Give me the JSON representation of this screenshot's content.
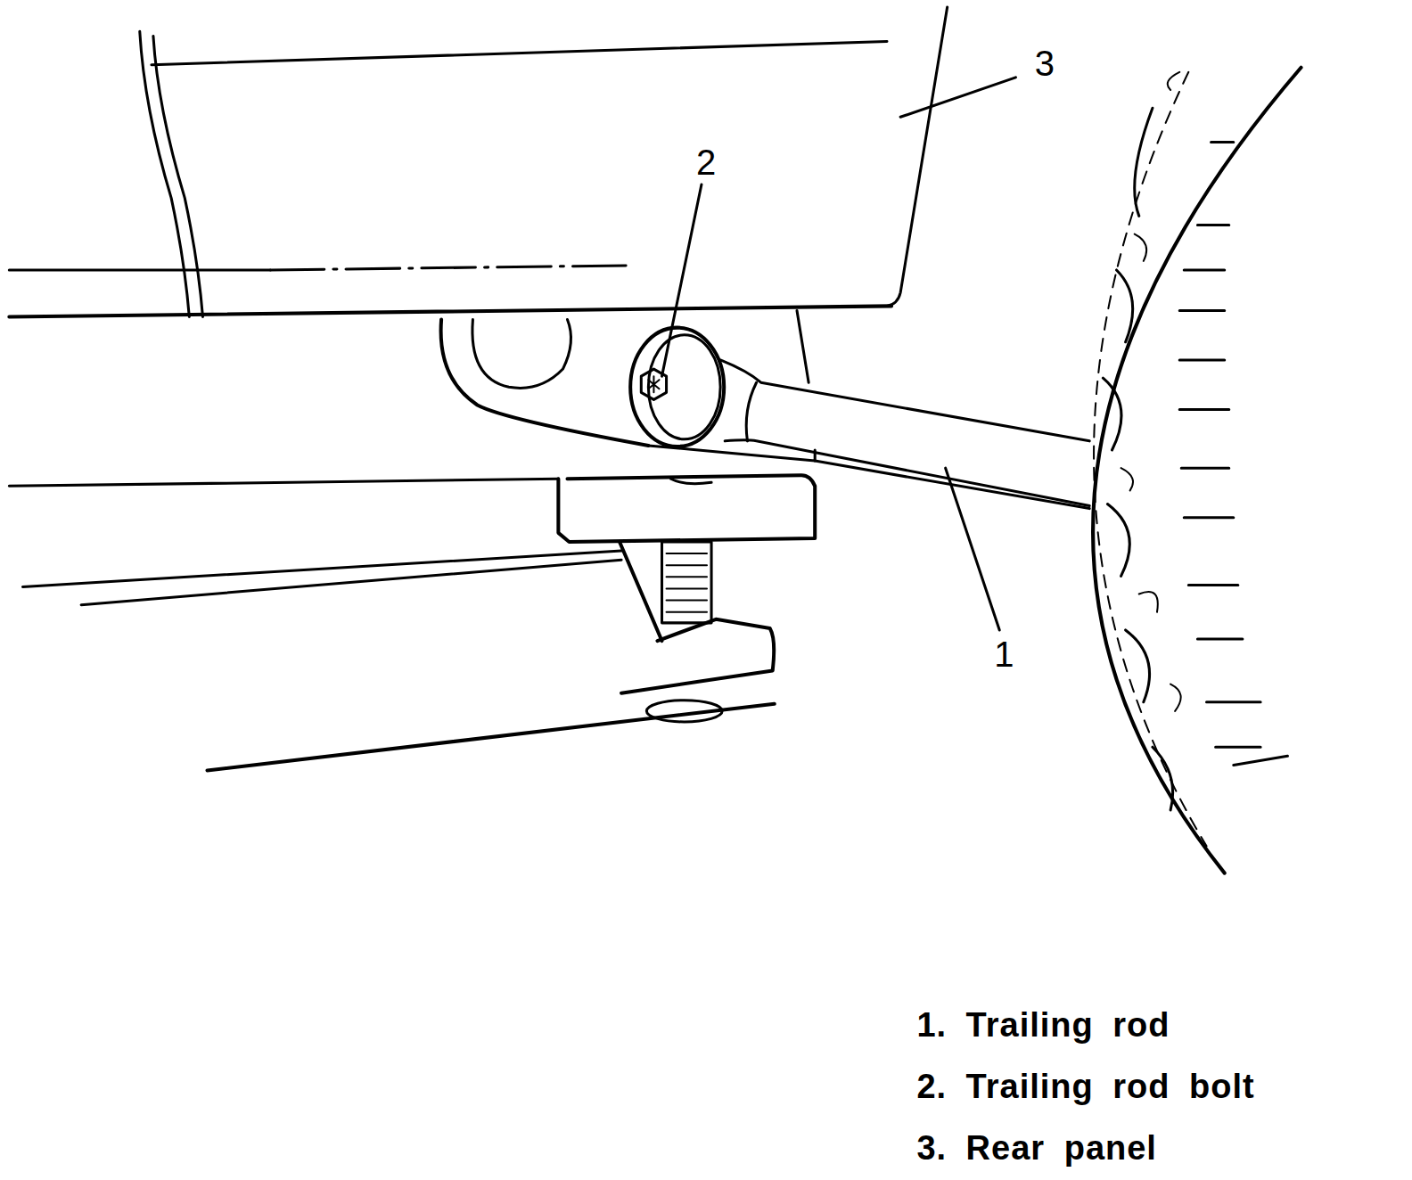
{
  "diagram": {
    "labels": [
      "3",
      "2",
      "1",
      "1. Trailing rod",
      "2. Trailing rod bolt",
      "3. Rear panel"
    ]
  }
}
